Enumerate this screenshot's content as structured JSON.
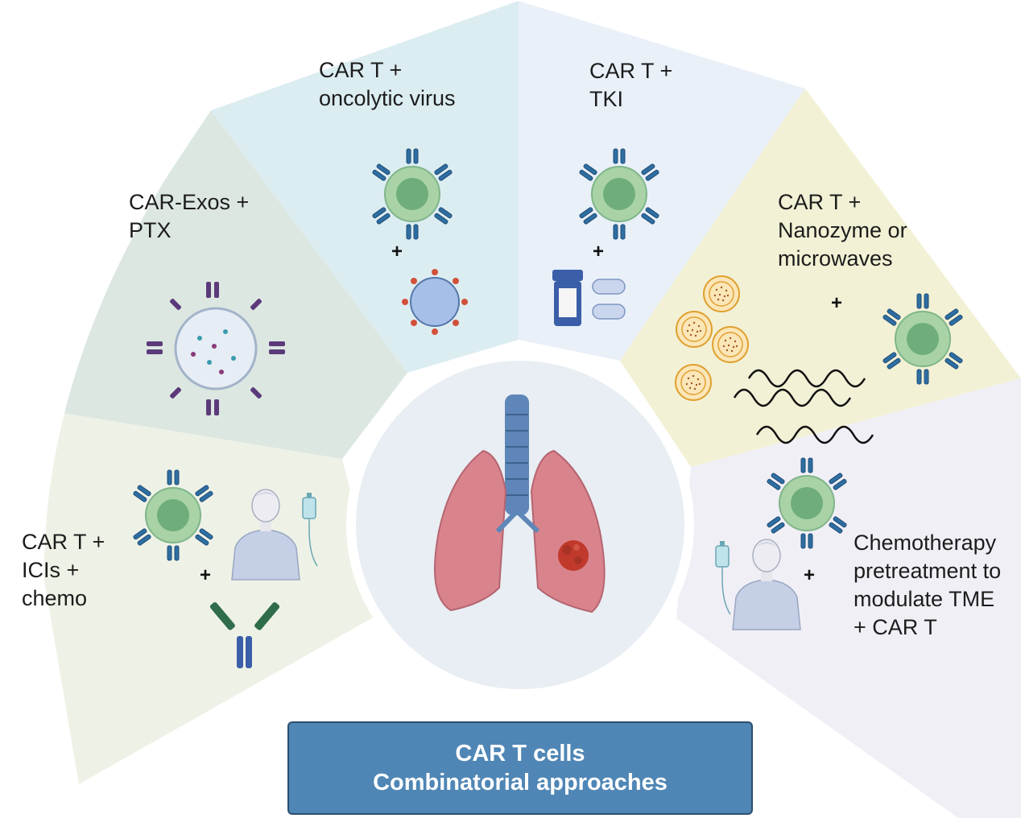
{
  "sectors": [
    {
      "id": "ici",
      "label_lines": [
        "CAR T +",
        "ICIs +",
        "chemo"
      ],
      "color": "#eef2e6"
    },
    {
      "id": "exos",
      "label_lines": [
        "CAR-Exos +",
        "PTX"
      ],
      "color": "#dce7e1"
    },
    {
      "id": "virus",
      "label_lines": [
        "CAR T +",
        "oncolytic virus"
      ],
      "color": "#dcedf1"
    },
    {
      "id": "tki",
      "label_lines": [
        "CAR T +",
        "TKI"
      ],
      "color": "#e9f0f8"
    },
    {
      "id": "nano",
      "label_lines": [
        "CAR T +",
        "Nanozyme or",
        "microwaves"
      ],
      "color": "#f2f1d5"
    },
    {
      "id": "chemo",
      "label_lines": [
        "Chemotherapy",
        "pretreatment to",
        "modulate TME",
        "+ CAR T"
      ],
      "color": "#f1eff6"
    }
  ],
  "plus_sign": "+",
  "title": {
    "line1": "CAR T cells",
    "line2": "Combinatorial approaches"
  },
  "colors": {
    "title_box": "#4f86b5",
    "cart_cell": "#a9d3a6",
    "cart_nucleus": "#6fae7c",
    "receptor": "#2f6ea1",
    "lung": "#d9838d",
    "trachea": "#5f86b8",
    "tumor": "#c0392b",
    "center_circle": "#e8eef3"
  },
  "icons": [
    "car-t-cell-icon",
    "exosome-icon",
    "oncolytic-virus-icon",
    "pill-bottle-icon",
    "capsule-icon",
    "nanozyme-icon",
    "microwave-icon",
    "patient-iv-icon",
    "antibody-icon",
    "lungs-icon",
    "tumor-icon"
  ]
}
